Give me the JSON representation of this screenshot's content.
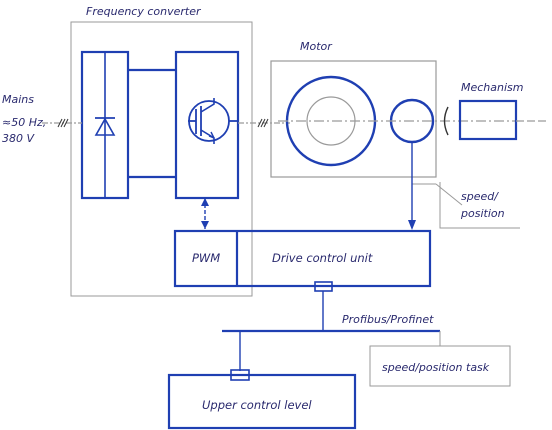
{
  "labels": {
    "frequency_converter": "Frequency converter",
    "motor": "Motor",
    "mechanism": "Mechanism",
    "mains_line1": "Mains",
    "mains_line2": "≈50 Hz,",
    "mains_line3": "380 V",
    "speed_line1": "speed/",
    "speed_line2": "position",
    "pwm": "PWM",
    "drive_control_unit": "Drive control unit",
    "fieldbus": "Profibus/Profinet",
    "speed_task": "speed/position task",
    "upper_control_level": "Upper control level"
  },
  "colors": {
    "line": "#1f3fb2",
    "frame": "#9a9a9a",
    "text": "#2a2a6e"
  }
}
